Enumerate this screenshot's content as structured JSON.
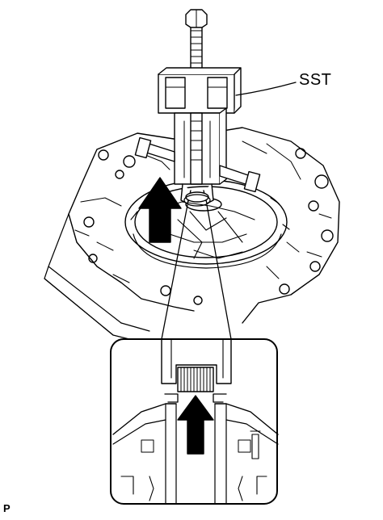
{
  "labels": {
    "tool": "SST",
    "figure_code": "P"
  },
  "arrows": [
    {
      "name": "lift-direction-arrow-main",
      "direction": "up"
    },
    {
      "name": "lift-direction-arrow-detail",
      "direction": "up"
    }
  ],
  "colors": {
    "line": "#000000",
    "fill": "#ffffff",
    "arrow": "#000000"
  }
}
